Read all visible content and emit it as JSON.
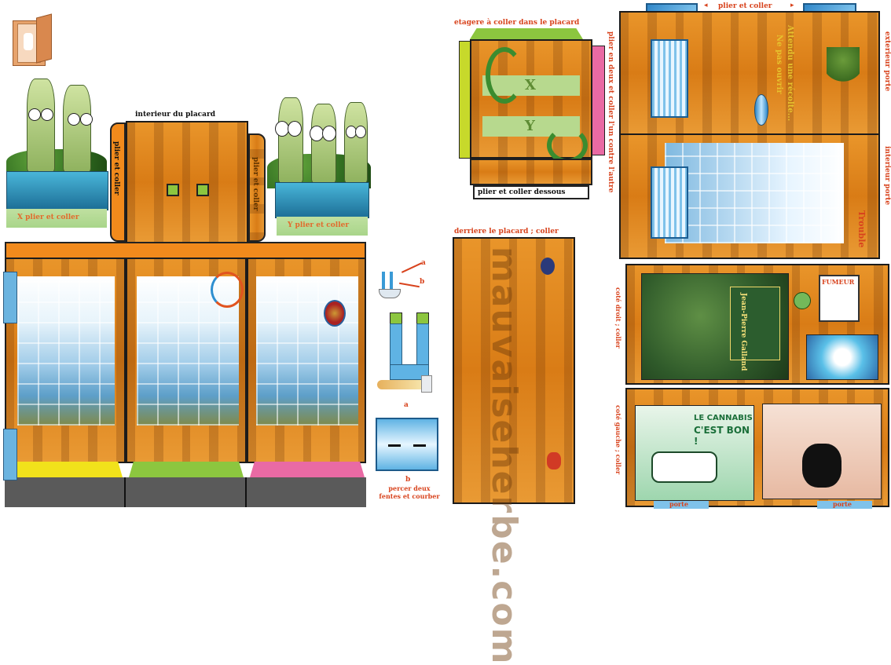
{
  "labels": {
    "x_fold": "X plier et coller",
    "y_fold": "Y plier et coller",
    "interior": "interieur du placard",
    "fold_glue_left": "plier et coller",
    "fold_glue_right": "plier et coller",
    "shelf_title": "etagere à coller dans le placard",
    "shelf_x": "X",
    "shelf_y": "Y",
    "shelf_bottom": "plier et coller dessous",
    "back_title": "derriere le placard ; coller",
    "back_watermark": "mauvaiseherbe.com",
    "part_a_top": "a",
    "part_b_top": "b",
    "part_a": "a",
    "part_b": "b",
    "pierce": "percer deux fentes et courber",
    "door_top": "plier et coller",
    "door_vertical": "plier en deux et coller l'un contre l'autre",
    "ext_door": "exterieur porte",
    "int_door": "interieur porte",
    "door_slogan_1": "Ne pas ouvrir",
    "door_slogan_2": "Attendu une récolte...",
    "trouble": "Trouble",
    "right_side": "coté droit ; coller",
    "left_side": "coté gauche ; coller",
    "porte_1": "porte",
    "porte_2": "porte",
    "poster_1": "Jean-Pierre Galland",
    "poster_2_line1": "LE CANNABIS",
    "poster_2_line2": "C'EST BON !",
    "poster_3": "FUMEUR"
  },
  "colors": {
    "wood": "#e38a22",
    "label_red": "#d8431d",
    "tab_yellow": "#f1e21b",
    "tab_green": "#8cc63f",
    "tab_pink": "#e96aa4",
    "base_grey": "#5a5a5a",
    "tab_orange": "#f18a1c"
  }
}
